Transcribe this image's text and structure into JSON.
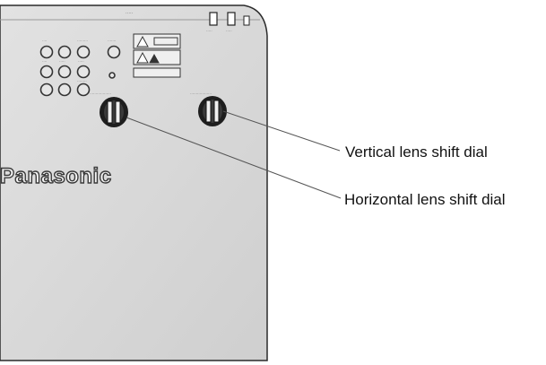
{
  "labels": {
    "vertical": "Vertical lens shift dial",
    "horizontal": "Horizontal lens shift dial"
  },
  "brand": "Panasonic",
  "colors": {
    "body": "#d8d8d8",
    "outline": "#2a2a2a",
    "dial": "#1e1e1e",
    "leader": "#555555",
    "text": "#111111"
  }
}
